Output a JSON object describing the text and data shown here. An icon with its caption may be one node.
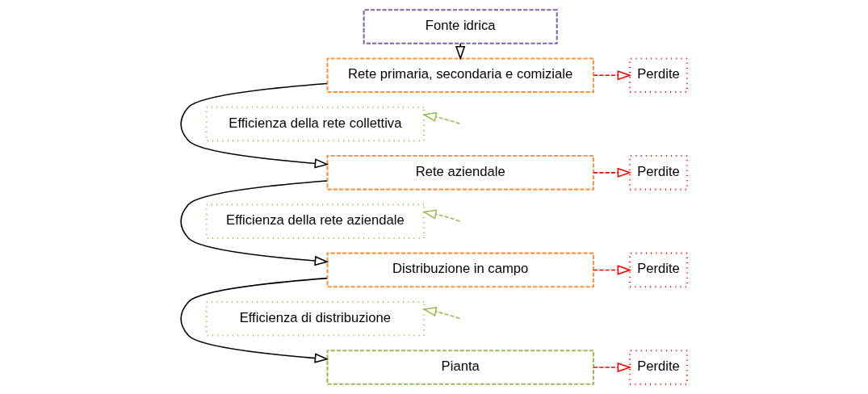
{
  "diagram": {
    "nodes": [
      {
        "text": [
          "Fonte idrica"
        ]
      },
      {
        "text": [
          "Rete primaria, secondaria e comiziale"
        ]
      },
      {
        "text": [
          "Perdite"
        ]
      },
      {
        "text": [
          "Efficienza della rete collettiva"
        ]
      },
      {
        "text": [
          "Rete aziendale"
        ]
      },
      {
        "text": [
          "Perdite"
        ]
      },
      {
        "text": [
          "Efficienza della rete aziendale"
        ]
      },
      {
        "text": [
          "Distribuzione in campo"
        ]
      },
      {
        "text": [
          "Perdite"
        ]
      },
      {
        "text": [
          "Efficienza di distribuzione"
        ]
      },
      {
        "text": [
          "Pianta"
        ]
      },
      {
        "text": [
          "Perdite"
        ]
      }
    ],
    "edges": [
      {
        "from": 0,
        "to": 1,
        "arrow": "to"
      },
      {
        "from": 1,
        "to": 2,
        "arrow": "to",
        "style": "dashed",
        "color": "#ff0000"
      },
      {
        "from": null,
        "to": 3,
        "arrow": "to",
        "style": "dashed",
        "color": "#9bbb59"
      },
      {
        "from": 1,
        "to": 4,
        "arrow": "to"
      },
      {
        "from": 4,
        "to": 5,
        "arrow": "to",
        "style": "dashed",
        "color": "#ff0000"
      },
      {
        "from": null,
        "to": 6,
        "arrow": "to",
        "style": "dashed",
        "color": "#9bbb59"
      },
      {
        "from": 4,
        "to": 7,
        "arrow": "to"
      },
      {
        "from": 7,
        "to": 8,
        "arrow": "to",
        "style": "dashed",
        "color": "#ff0000"
      },
      {
        "from": null,
        "to": 9,
        "arrow": "to",
        "style": "dashed",
        "color": "#9bbb59"
      },
      {
        "from": 7,
        "to": 10,
        "arrow": "to"
      },
      {
        "from": 10,
        "to": 11,
        "arrow": "to",
        "style": "dashed",
        "color": "#ff0000"
      }
    ]
  }
}
